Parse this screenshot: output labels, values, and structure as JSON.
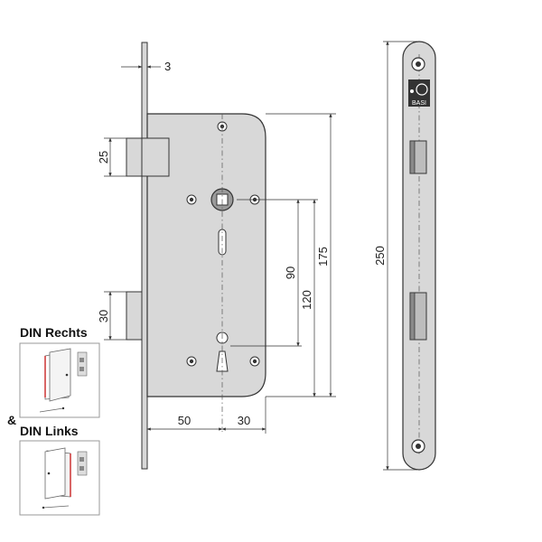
{
  "dimensions": {
    "faceplate_thickness": "3",
    "bolt_height": "25",
    "latch_height": "30",
    "backset": "50",
    "keyhole_offset": "30",
    "handle_to_key": "90",
    "handle_to_bottom": "120",
    "case_height": "175",
    "faceplate_length": "250"
  },
  "brand_label": "BASI",
  "door_labels": {
    "right": "DIN Rechts",
    "ampersand": "&",
    "left": "DIN Links"
  },
  "colors": {
    "body_fill": "#d8d8d8",
    "body_stroke": "#333333",
    "line": "#333333",
    "brand_bg": "#333333"
  },
  "icons": {
    "spindle": "square-spindle-icon",
    "keyhole": "keyhole-icon",
    "screw": "screw-hole-icon",
    "door": "door-icon"
  }
}
